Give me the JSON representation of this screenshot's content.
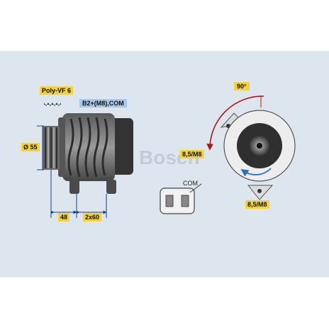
{
  "labels": {
    "belt": "Poly-VF 6",
    "terminal": "B2+(M8),COM",
    "diameter": "Ø 55",
    "dim_offset": "48",
    "dim_mount": "2x60",
    "angle": "90°",
    "mount_upper": "8,5/M8",
    "mount_lower": "8,5/M8",
    "connector": "COM"
  },
  "watermark": {
    "symbol": "©",
    "text": "Bosch"
  },
  "colors": {
    "band": "#dde6ee",
    "label_bg": "#f5d23a",
    "terminal_bg": "#a8c8e6",
    "arrow_red": "#b01818",
    "arrow_blue": "#2a6fc0",
    "metal_dark": "#4e4e4e",
    "metal_mid": "#8a8a8a",
    "dim_line": "#1a3c8a"
  }
}
